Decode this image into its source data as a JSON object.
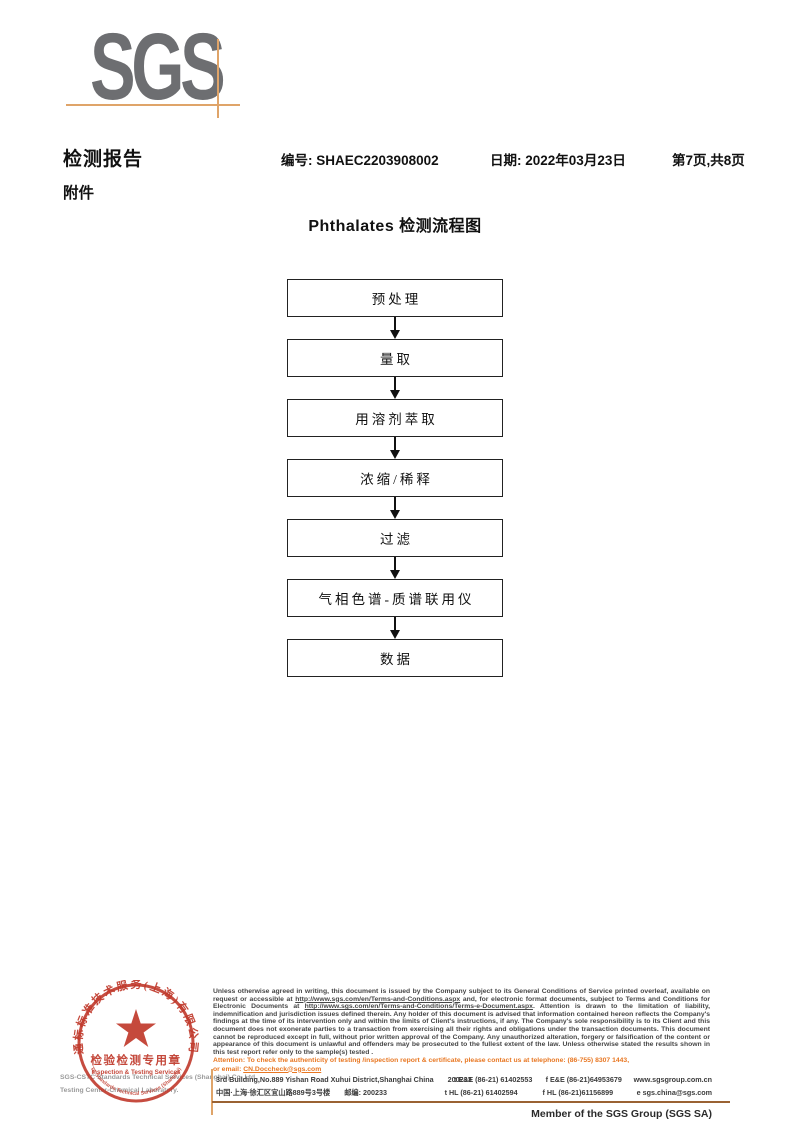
{
  "logo": {
    "text": "SGS"
  },
  "header": {
    "report_title": "检测报告",
    "number_label": "编号:",
    "number_value": "SHAEC2203908002",
    "date_label": "日期:",
    "date_value": "2022年03月23日",
    "page_info": "第7页,共8页",
    "attachment_label": "附件"
  },
  "flowchart": {
    "title": "Phthalates 检测流程图",
    "steps": [
      "预处理",
      "量取",
      "用溶剂萃取",
      "浓缩/稀释",
      "过滤",
      "气相色谱-质谱联用仪",
      "数据"
    ]
  },
  "stamp": {
    "arc_top": "通标标准技术服务(上海)有限公司",
    "center_line1": "检验检测专用章",
    "center_line2": "Inspection & Testing Services",
    "arc_bottom": "SGS-CSTC Standards Technical Services (Shanghai) Co.,Ltd.",
    "company_line1": "SGS-CSTC Standards Technical Services (Shanghai) Co.,Ltd.",
    "company_line2": "Testing Center-Chemical Laboratory."
  },
  "footer": {
    "disclaimer": {
      "part1": "Unless otherwise agreed in writing, this document is issued by the Company subject to its General Conditions of Service printed overleaf, available on request or accessible at ",
      "url1": "http://www.sgs.com/en/Terms-and-Conditions.aspx",
      "part2": " and, for electronic format documents, subject to Terms and Conditions for Electronic Documents at ",
      "url2": "http://www.sgs.com/en/Terms-and-Conditions/Terms-e-Document.aspx",
      "part3": ". Attention is drawn to the limitation of liability, indemnification and jurisdiction issues defined therein. Any holder of this document is advised that information contained hereon reflects the Company's findings at the time of its intervention only and within the limits of Client's instructions, if any. The Company's sole responsibility is to its Client and this document does not exonerate parties to a transaction from exercising all their rights and obligations under the transaction documents. This document cannot be reproduced except in full, without prior written approval of the Company. Any unauthorized alteration, forgery or falsification of the content or appearance of this document is unlawful and offenders may be prosecuted to the fullest extent of the law. Unless otherwise stated the results shown in this test report refer only to the sample(s) tested ."
    },
    "attention_line1": "Attention: To check the authenticity of testing /inspection report & certificate, please contact us at telephone: (86-755) 8307 1443,",
    "attention_line2_label": "or email: ",
    "attention_email": "CN.Doccheck@sgs.com",
    "address": {
      "en": {
        "line": "3rd Building,No.889 Yishan Road Xuhui District,Shanghai China",
        "postcode": "200233",
        "tel": "t E&E (86-21) 61402553",
        "fax": "f E&E (86-21)64953679",
        "web": "www.sgsgroup.com.cn"
      },
      "cn": {
        "line": "中国·上海·徐汇区宜山路889号3号楼",
        "postcode": "邮编: 200233",
        "tel": "t HL (86-21) 61402594",
        "fax": "f HL (86-21)61156899",
        "email": "e sgs.china@sgs.com"
      }
    },
    "member": "Member of the SGS Group (SGS SA)"
  },
  "colors": {
    "logo_gray": "#6d6e71",
    "crosshair_orange": "#dfa469",
    "stamp_red": "#c0392b",
    "attention_orange": "#e87722",
    "footer_rule_brown": "#9a6233"
  }
}
